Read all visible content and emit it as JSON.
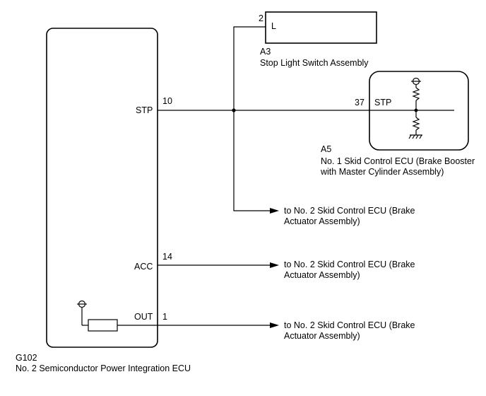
{
  "ecu_main": {
    "code": "G102",
    "name": "No. 2 Semiconductor Power Integration ECU",
    "terminals": [
      {
        "label": "STP",
        "pin": "10"
      },
      {
        "label": "ACC",
        "pin": "14"
      },
      {
        "label": "OUT",
        "pin": "1"
      }
    ]
  },
  "stop_light_switch": {
    "code": "A3",
    "name": "Stop Light Switch Assembly",
    "pin": "2",
    "terminal": "L"
  },
  "skid_ecu_booster": {
    "code": "A5",
    "name_line1": "No. 1 Skid Control ECU (Brake Booster",
    "name_line2": "with Master Cylinder Assembly)",
    "pin": "37",
    "terminal": "STP"
  },
  "destinations": [
    {
      "line1": "to No. 2 Skid Control ECU (Brake",
      "line2": "Actuator Assembly)"
    },
    {
      "line1": "to No. 2 Skid Control ECU (Brake",
      "line2": "Actuator Assembly)"
    },
    {
      "line1": "to No. 2 Skid Control ECU (Brake",
      "line2": "Actuator Assembly)"
    }
  ]
}
